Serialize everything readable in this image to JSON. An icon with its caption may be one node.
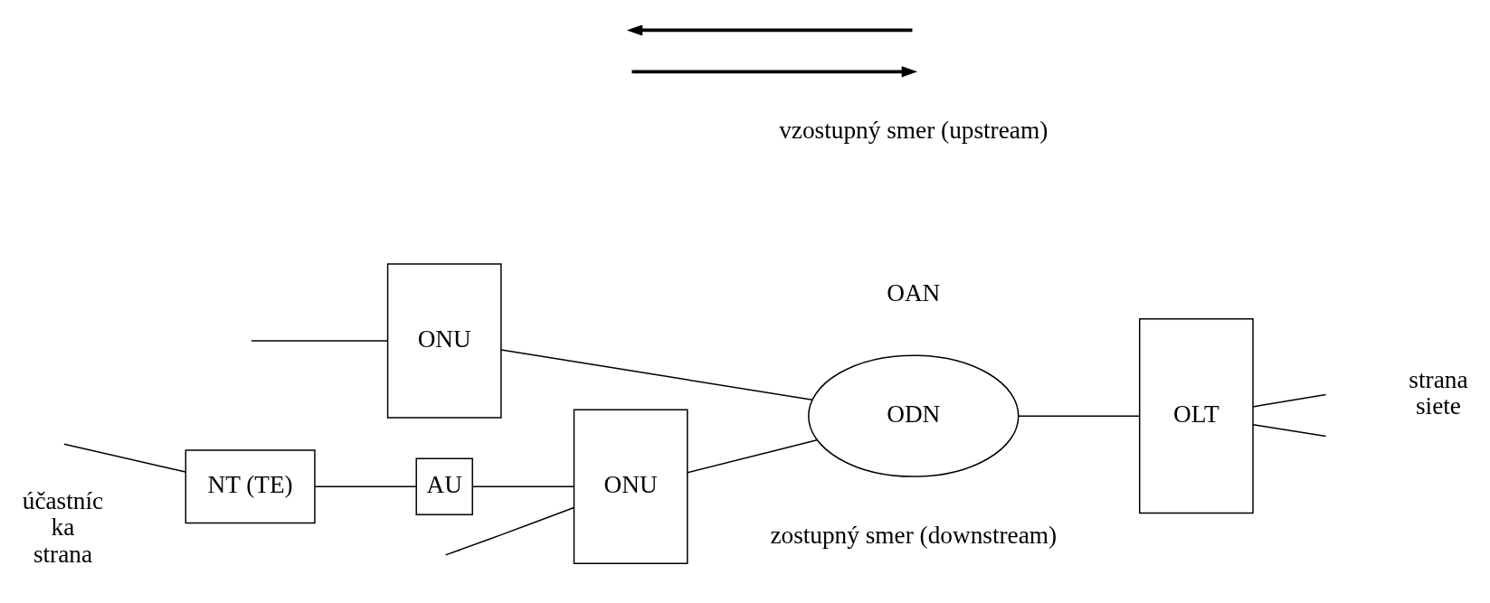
{
  "diagram": {
    "nodes": [
      {
        "text": [
          "ONU"
        ]
      },
      {
        "text": [
          "NT (TE)"
        ]
      },
      {
        "text": [
          "AU"
        ]
      },
      {
        "text": [
          "ODN"
        ]
      },
      {
        "text": [
          "OLT"
        ]
      },
      {
        "text": [
          "ONU"
        ]
      }
    ],
    "edges": [
      {
        "from": null,
        "to": 0,
        "arrow": "none"
      },
      {
        "from": null,
        "to": 1,
        "arrow": "none"
      },
      {
        "from": 1,
        "to": 2,
        "arrow": "none"
      },
      {
        "from": 2,
        "to": 0,
        "arrow": "none"
      },
      {
        "from": 0,
        "to": 3,
        "arrow": "none"
      },
      {
        "from": 5,
        "to": 3,
        "arrow": "none"
      },
      {
        "from": null,
        "to": 5,
        "arrow": "none"
      },
      {
        "from": 3,
        "to": 4,
        "arrow": "none"
      },
      {
        "from": 4,
        "to": null,
        "arrow": "none"
      },
      {
        "from": 4,
        "to": null,
        "arrow": "none"
      }
    ],
    "labels": [
      "OAN",
      "vzostupný smer (upstream)",
      "účastníc ka strana",
      "strana siete",
      "zostupný smer (downstream)"
    ]
  }
}
